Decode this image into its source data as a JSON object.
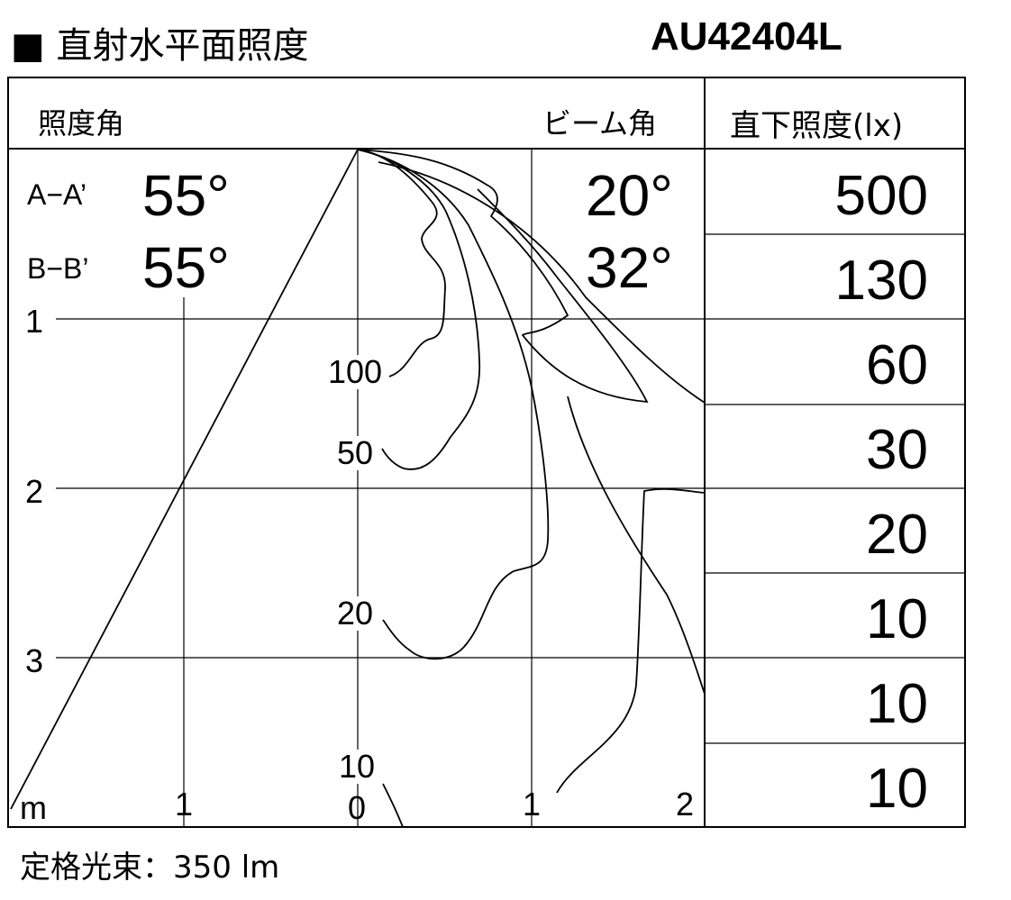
{
  "title": "■ 直射水平面照度",
  "model": "AU42404L",
  "header": {
    "angle_label": "照度角",
    "beam_label": "ビーム角",
    "illum_label": "直下照度(lx)"
  },
  "rows": [
    {
      "name": "A−A’",
      "angle": "55°",
      "beam": "20°"
    },
    {
      "name": "B−B’",
      "angle": "55°",
      "beam": "32°"
    }
  ],
  "illuminance_values": [
    "500",
    "130",
    "60",
    "30",
    "20",
    "10",
    "10",
    "10"
  ],
  "axis": {
    "y_ticks": [
      "1",
      "2",
      "3"
    ],
    "unit": "m",
    "x_ticks": [
      "1",
      "0",
      "1",
      "2"
    ]
  },
  "contour_labels": [
    "100",
    "50",
    "20",
    "10"
  ],
  "footer": "定格光束：350 lm"
}
